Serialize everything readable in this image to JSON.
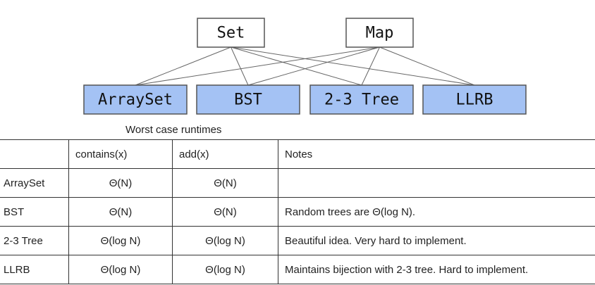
{
  "diagram": {
    "interfaces": [
      {
        "id": "set",
        "label": "Set"
      },
      {
        "id": "map",
        "label": "Map"
      }
    ],
    "implementations": [
      {
        "id": "arrayset",
        "label": "ArraySet"
      },
      {
        "id": "bst",
        "label": "BST"
      },
      {
        "id": "tree23",
        "label": "2-3 Tree"
      },
      {
        "id": "llrb",
        "label": "LLRB"
      }
    ],
    "edges": [
      [
        "set",
        "arrayset"
      ],
      [
        "set",
        "bst"
      ],
      [
        "set",
        "tree23"
      ],
      [
        "set",
        "llrb"
      ],
      [
        "map",
        "arrayset"
      ],
      [
        "map",
        "bst"
      ],
      [
        "map",
        "tree23"
      ],
      [
        "map",
        "llrb"
      ]
    ],
    "colors": {
      "implementation_fill": "#a4c2f4",
      "interface_fill": "#ffffff",
      "border": "#555555",
      "edge": "#666666"
    }
  },
  "caption": "Worst case runtimes",
  "table": {
    "headers": [
      "",
      "contains(x)",
      "add(x)",
      "Notes"
    ],
    "rows": [
      {
        "name": "ArraySet",
        "contains": "Θ(N)",
        "add": "Θ(N)",
        "notes": ""
      },
      {
        "name": "BST",
        "contains": "Θ(N)",
        "add": "Θ(N)",
        "notes": "Random trees are Θ(log N)."
      },
      {
        "name": "2-3 Tree",
        "contains": "Θ(log N)",
        "add": "Θ(log N)",
        "notes": "Beautiful idea. Very hard to implement."
      },
      {
        "name": "LLRB",
        "contains": "Θ(log N)",
        "add": "Θ(log N)",
        "notes": "Maintains bijection with 2-3 tree. Hard to implement."
      }
    ]
  }
}
